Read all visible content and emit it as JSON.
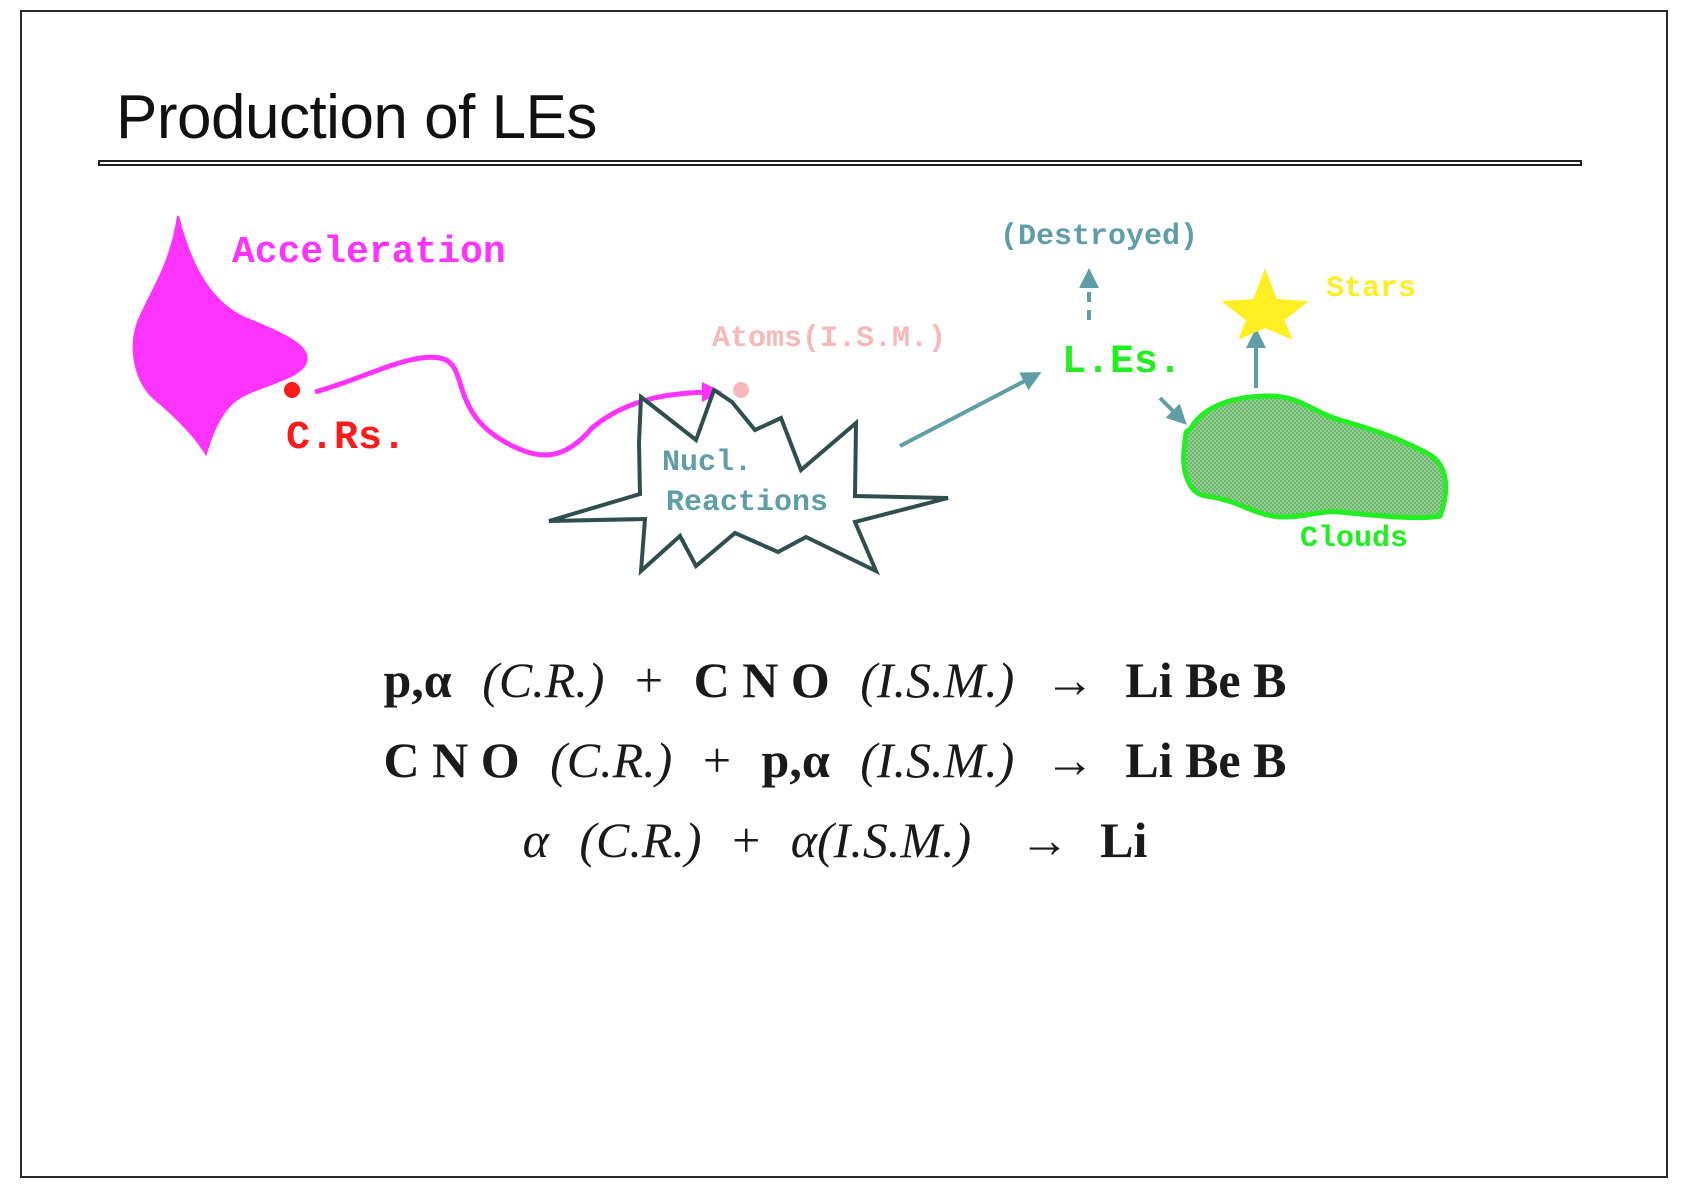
{
  "slide": {
    "title": "Production of LEs"
  },
  "diagram": {
    "acceleration_label": "Acceleration",
    "crs_label": "C.Rs.",
    "atoms_label": "Atoms(I.S.M.)",
    "nucl_label_line1": "Nucl.",
    "nucl_label_line2": "Reactions",
    "destroyed_label": "(Destroyed)",
    "les_label": "L.Es.",
    "stars_label": "Stars",
    "clouds_label": "Clouds",
    "colors": {
      "acceleration": "#ff33ff",
      "crs": "#ff1a1a",
      "atoms": "#f6b8b8",
      "teal": "#5f9ea6",
      "les": "#22ee22",
      "stars": "#ffee22",
      "cloud_fill": "#77cc77",
      "starburst_stroke": "#2f4f4f"
    }
  },
  "equations": [
    {
      "lhs1": "p,α",
      "lhs1_tag": "(C.R.)",
      "plus": "+",
      "lhs2": "C N O",
      "lhs2_tag": "(I.S.M.)",
      "arrow": "→",
      "rhs": "Li Be B"
    },
    {
      "lhs1": "C N O",
      "lhs1_tag": "(C.R.)",
      "plus": "+",
      "lhs2": "p,α",
      "lhs2_tag": "(I.S.M.)",
      "arrow": "→",
      "rhs": "Li Be B"
    },
    {
      "lhs1": "α",
      "lhs1_tag": "(C.R.)",
      "plus": "+",
      "lhs2": "α",
      "lhs2_tag": "(I.S.M.)",
      "arrow": "→",
      "rhs": "Li"
    }
  ]
}
